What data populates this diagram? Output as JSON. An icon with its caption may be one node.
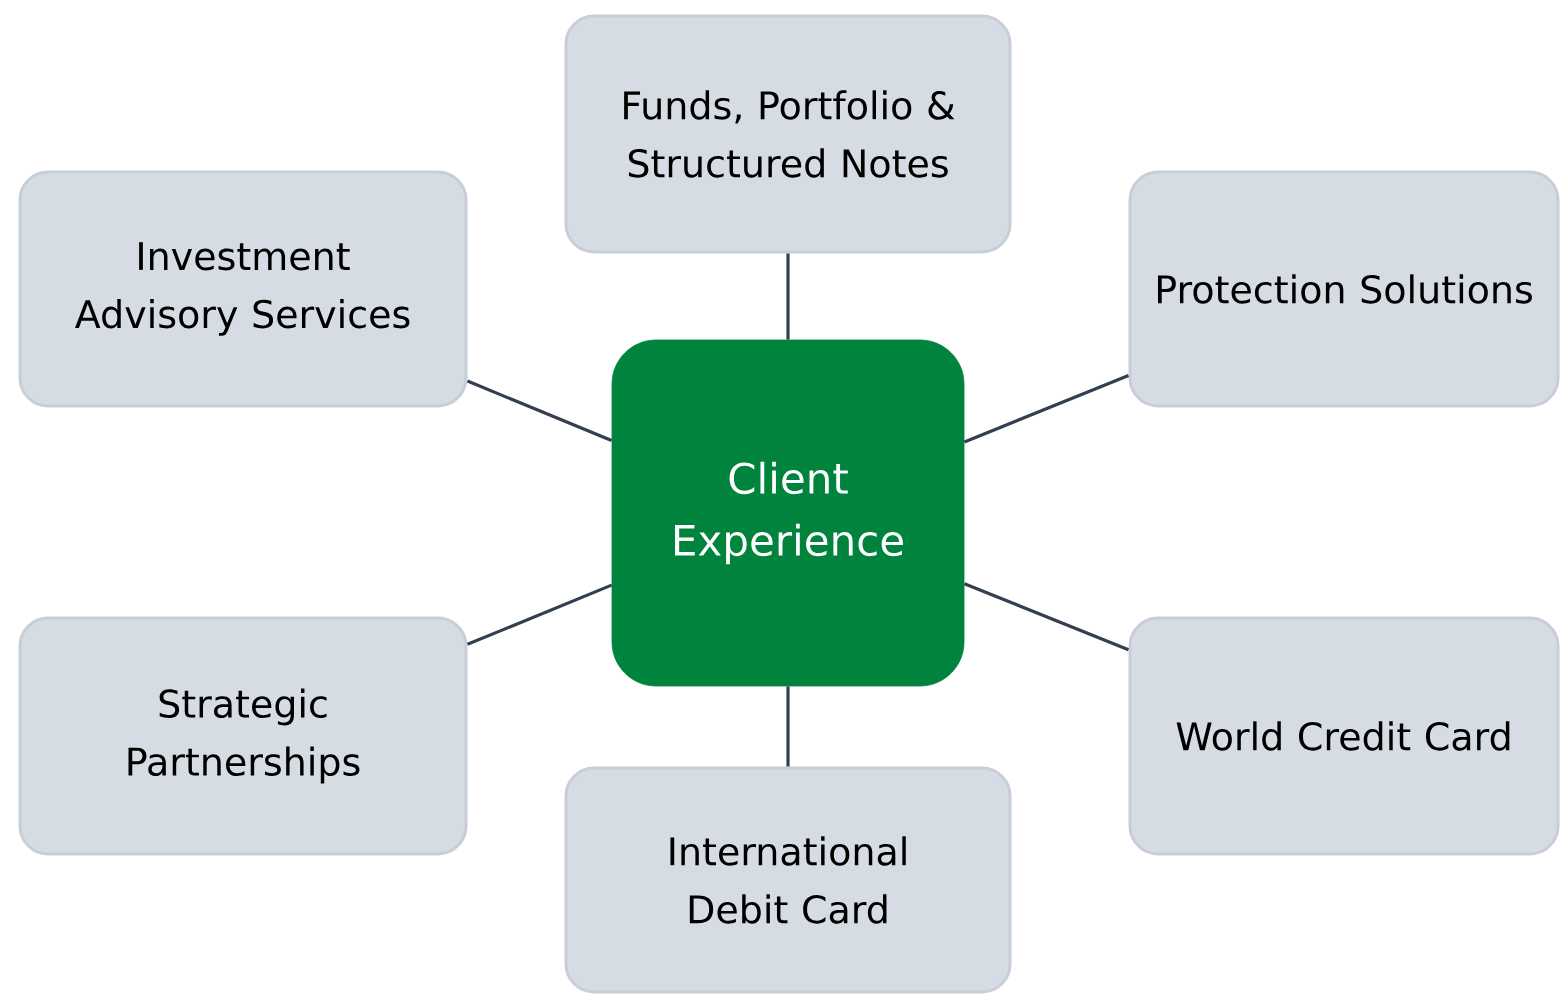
{
  "diagram": {
    "nodes": [
      {
        "text": [
          "Funds, Portfolio & Structured Notes"
        ]
      },
      {
        "text": [
          "Investment Advisory Services"
        ]
      },
      {
        "text": [
          "Protection Solutions"
        ]
      },
      {
        "text": [
          "Client Experience"
        ]
      },
      {
        "text": [
          "Strategic Partnerships"
        ]
      },
      {
        "text": [
          "World Credit Card"
        ]
      },
      {
        "text": [
          "International Debit Card"
        ]
      }
    ],
    "edges": [
      {
        "from": 3,
        "to": 0,
        "arrow": "none"
      },
      {
        "from": 3,
        "to": 1,
        "arrow": "none"
      },
      {
        "from": 3,
        "to": 2,
        "arrow": "none"
      },
      {
        "from": 3,
        "to": 4,
        "arrow": "none"
      },
      {
        "from": 3,
        "to": 5,
        "arrow": "none"
      },
      {
        "from": 3,
        "to": 6,
        "arrow": "none"
      }
    ]
  }
}
